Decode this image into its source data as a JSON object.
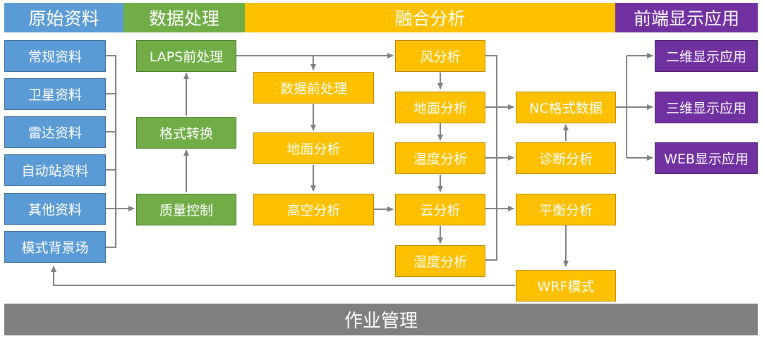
{
  "headers": {
    "raw_data": "原始资料",
    "data_processing": "数据处理",
    "fusion_analysis": "融合分析",
    "frontend_app": "前端显示应用"
  },
  "raw_inputs": [
    "常规资料",
    "卫星资料",
    "雷达资料",
    "自动站资料",
    "其他资料",
    "模式背景场"
  ],
  "processing": {
    "laps_pre": "LAPS前处理",
    "format_convert": "格式转换",
    "quality_control": "质量控制"
  },
  "preprocess_chain": {
    "data_pre": "数据前处理",
    "surface": "地面分析",
    "upper_air": "高空分析"
  },
  "fusion_chain": {
    "wind": "风分析",
    "surface": "地面分析",
    "temperature": "温度分析",
    "cloud": "云分析",
    "humidity": "湿度分析"
  },
  "outputs": {
    "nc_data": "NC格式数据",
    "diagnosis": "诊断分析",
    "balance": "平衡分析",
    "wrf": "WRF模式"
  },
  "apps": [
    "二维显示应用",
    "三维显示应用",
    "WEB显示应用"
  ],
  "footer": "作业管理",
  "colors": {
    "raw_blue": "#5b9bd5",
    "processing_green": "#70ad47",
    "fusion_orange": "#ffc000",
    "app_purple": "#7030a0",
    "footer_gray": "#7f7f7f",
    "connector_gray": "#7f7f7f"
  }
}
